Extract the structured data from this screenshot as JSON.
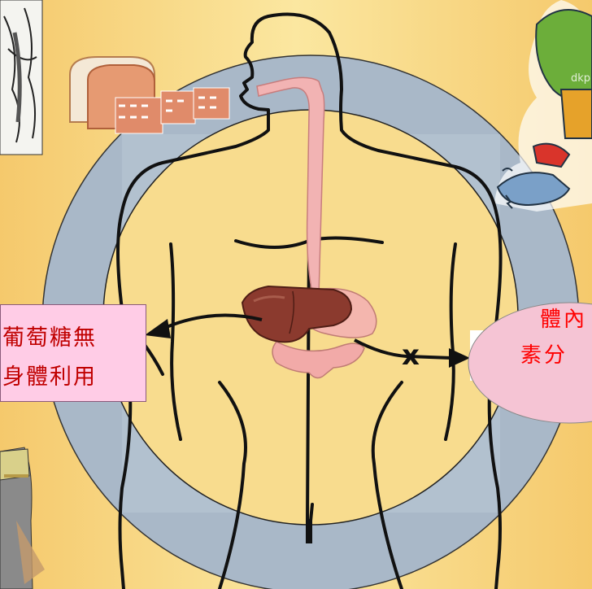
{
  "left_box": {
    "line1": "葡萄糖無",
    "line2": "身體利用"
  },
  "right_oval": {
    "line1": "體內",
    "line2": "素分"
  },
  "x_mark": "x",
  "watermark": "dkp",
  "colors": {
    "background": "#fbe7a0",
    "outer_ring": "#a9b8c8",
    "inner_circle": "#f8dc8e",
    "pink_box": "#ffcce6",
    "pink_text": "#c00000",
    "oval_fill": "#f5c4d4",
    "oval_text": "#ff0000",
    "liver": "#8b3a2e",
    "esophagus": "#f2b3b3"
  }
}
